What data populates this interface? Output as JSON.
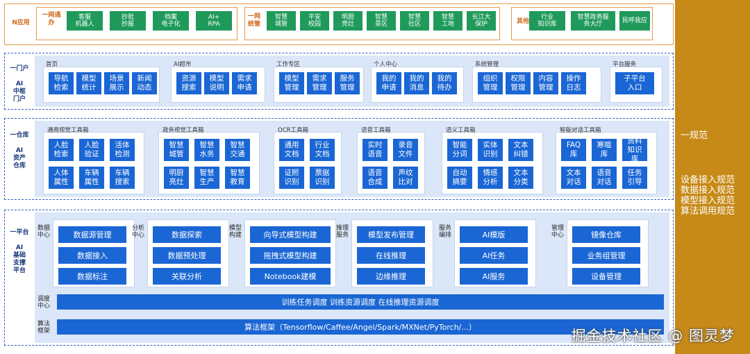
{
  "top": {
    "label": "N应用",
    "group1": {
      "title": "一网通\n办",
      "items": [
        "客服\n机器人",
        "抄批\n抄报",
        "档案\n电子化",
        "AI+\nRPA"
      ]
    },
    "group2": {
      "title": "一网\n统管",
      "items": [
        "智慧\n城管",
        "平安\n校园",
        "明厨\n亮灶",
        "智慧\n景区",
        "智慧\n社区",
        "智慧\n工地",
        "长江大\n保护"
      ]
    },
    "group3": {
      "title": "其他",
      "items": [
        "行业\n知识库",
        "智慧政务服\n务大厅",
        "民呼我应"
      ]
    }
  },
  "portal": {
    "side": "一门户\n\nAI\n中枢\n门户",
    "groups": [
      {
        "title": "首页",
        "items": [
          "导航\n检索",
          "模型\n统计",
          "场景\n展示",
          "新闻\n动态"
        ]
      },
      {
        "title": "AI超市",
        "items": [
          "资源\n搜索",
          "模型\n说明",
          "需求\n申请"
        ]
      },
      {
        "title": "工作专区",
        "items": [
          "模型\n管理",
          "需求\n管理",
          "服务\n管理"
        ]
      },
      {
        "title": "个人中心",
        "items": [
          "我的\n申请",
          "我的\n消息",
          "我的\n待办"
        ]
      },
      {
        "title": "系统管理",
        "items": [
          "组织\n管理",
          "权限\n管理",
          "内容\n管理",
          "操作\n日志"
        ]
      },
      {
        "title": "平台服务",
        "items": [
          "子平台\n入口"
        ]
      }
    ]
  },
  "warehouse": {
    "side": "一仓库\n\nAI\n资产\n仓库",
    "groups": [
      {
        "title": "通用视觉工具箱",
        "items": [
          "人脸\n检索",
          "人脸\n验证",
          "活体\n检测",
          "人体\n属性",
          "车辆\n属性",
          "车辆\n搜索"
        ]
      },
      {
        "title": "政务视觉工具箱",
        "items": [
          "智慧\n城管",
          "智慧\n水务",
          "智慧\n交通",
          "明厨\n亮灶",
          "智慧\n生产",
          "智慧\n教育"
        ]
      },
      {
        "title": "OCR工具箱",
        "items": [
          "通用\n文档",
          "行业\n文档",
          "证照\n识别",
          "票据\n识别"
        ]
      },
      {
        "title": "语音工具箱",
        "items": [
          "实时\n语音",
          "录音\n文件",
          "语音\n合成",
          "声纹\n比对"
        ]
      },
      {
        "title": "语义工具箱",
        "items": [
          "智能\n分词",
          "实体\n识别",
          "文本\n纠错",
          "自动\n摘要",
          "情感\n分析",
          "文本\n分类"
        ]
      },
      {
        "title": "智能对话工具箱",
        "items": [
          "FAQ\n库",
          "寒暄\n库",
          "资料\n知识\n库",
          "文本\n对话",
          "语音\n对话",
          "任务\n引导"
        ]
      }
    ]
  },
  "platform": {
    "side": "一平台\n\nAI\n基础\n支撑\n平台",
    "groups": [
      {
        "title": "数据\n中心",
        "items": [
          "数据源管理",
          "数据接入",
          "数据标注"
        ]
      },
      {
        "title": "分析\n中心",
        "items": [
          "数据探索",
          "数据预处理",
          "关联分析"
        ]
      },
      {
        "title": "模型\n构建",
        "items": [
          "向导式模型构建",
          "拖拽式模型构建",
          "Notebook建模"
        ]
      },
      {
        "title": "推理\n服务",
        "items": [
          "模型发布管理",
          "在线推理",
          "边缘推理"
        ]
      },
      {
        "title": "服务\n编排",
        "items": [
          "AI模版",
          "AI任务",
          "AI服务"
        ]
      },
      {
        "title": "管理\n中心",
        "items": [
          "镜像仓库",
          "业务组管理",
          "设备管理"
        ]
      }
    ],
    "schedule": {
      "title": "调度\n中心",
      "text": "训练任务调度      训练资源调度      在线推理资源调度"
    },
    "algo": {
      "title": "算法\n框架",
      "text": "算法框架（Tensorflow/Caffee/Angel/Spark/MXNet/PyTorch/...）"
    }
  },
  "right": {
    "title": "一规范",
    "items": "设备接入规范\n数据接入规范\n模型接入规范\n算法调用规范"
  },
  "watermark": "掘金技术社区 @ 图灵梦",
  "colors": {
    "block": "#1a66d4",
    "green": "#1f9a5a",
    "orange": "#e59a4a",
    "gold": "#c78a18",
    "panel": "#dbe7f8"
  }
}
